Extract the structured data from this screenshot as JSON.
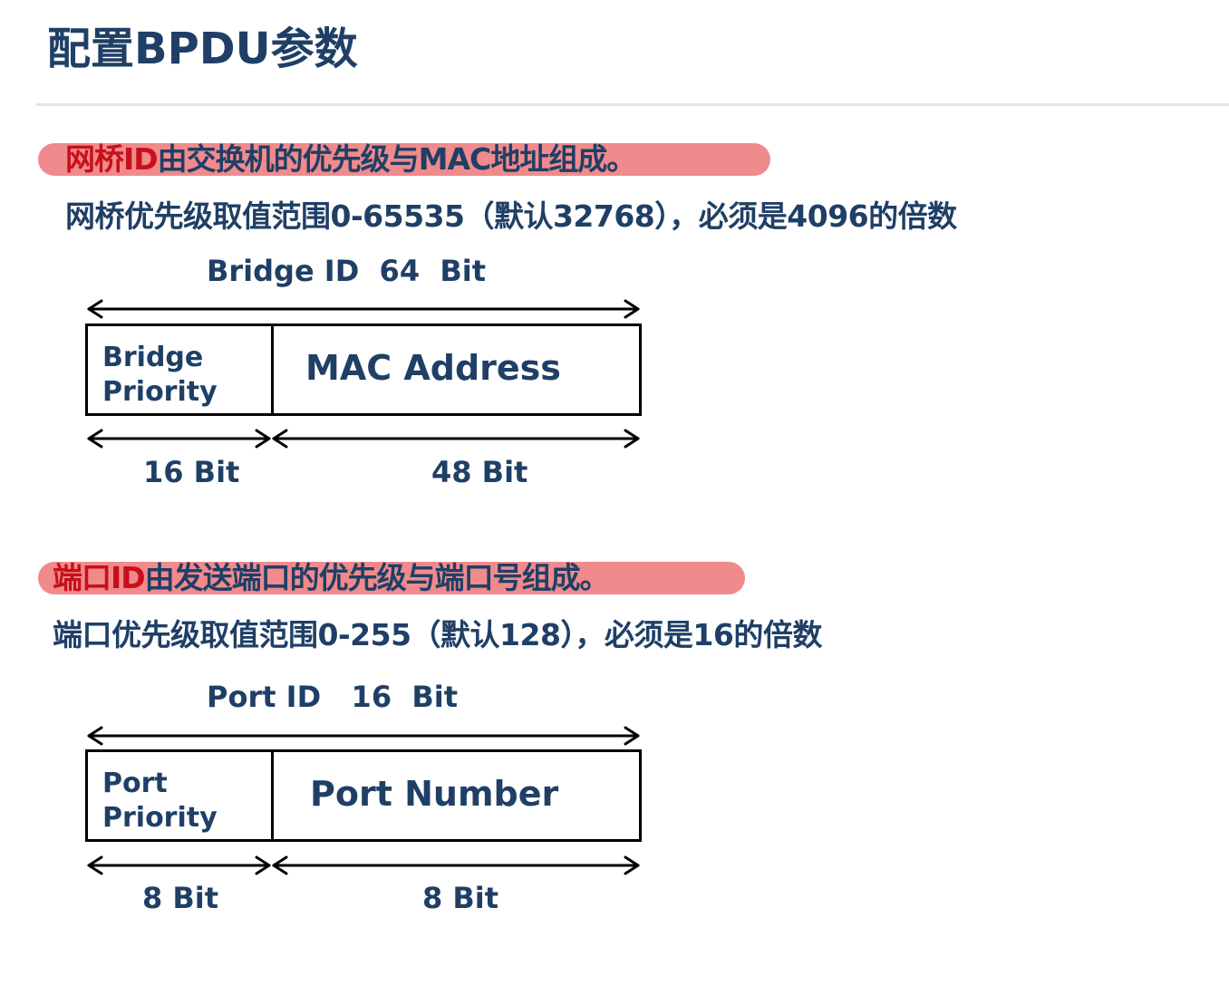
{
  "title": "配置BPDU参数",
  "bridge_section": {
    "highlight_red": "网桥ID",
    "highlight_rest": "由交换机的优先级与MAC地址组成。",
    "detail": "网桥优先级取值范围0-65535（默认32768），必须是4096的倍数",
    "total_label": "Bridge ID  64  Bit",
    "field1_line1": "Bridge",
    "field1_line2": "Priority",
    "field2_label": "MAC Address",
    "field1_bits": "16 Bit",
    "field2_bits": "48 Bit"
  },
  "port_section": {
    "highlight_red": "端口ID",
    "highlight_rest": "由发送端口的优先级与端口号组成。",
    "detail": "端口优先级取值范围0-255（默认128），必须是16的倍数",
    "total_label": "Port ID   16  Bit",
    "field1_line1": "Port",
    "field1_line2": "Priority",
    "field2_label": "Port Number",
    "field1_bits": "8 Bit",
    "field2_bits": "8 Bit"
  },
  "colors": {
    "text": "#1f3f66",
    "highlight_bg": "#f08a8c",
    "highlight_text": "#c8101a"
  }
}
